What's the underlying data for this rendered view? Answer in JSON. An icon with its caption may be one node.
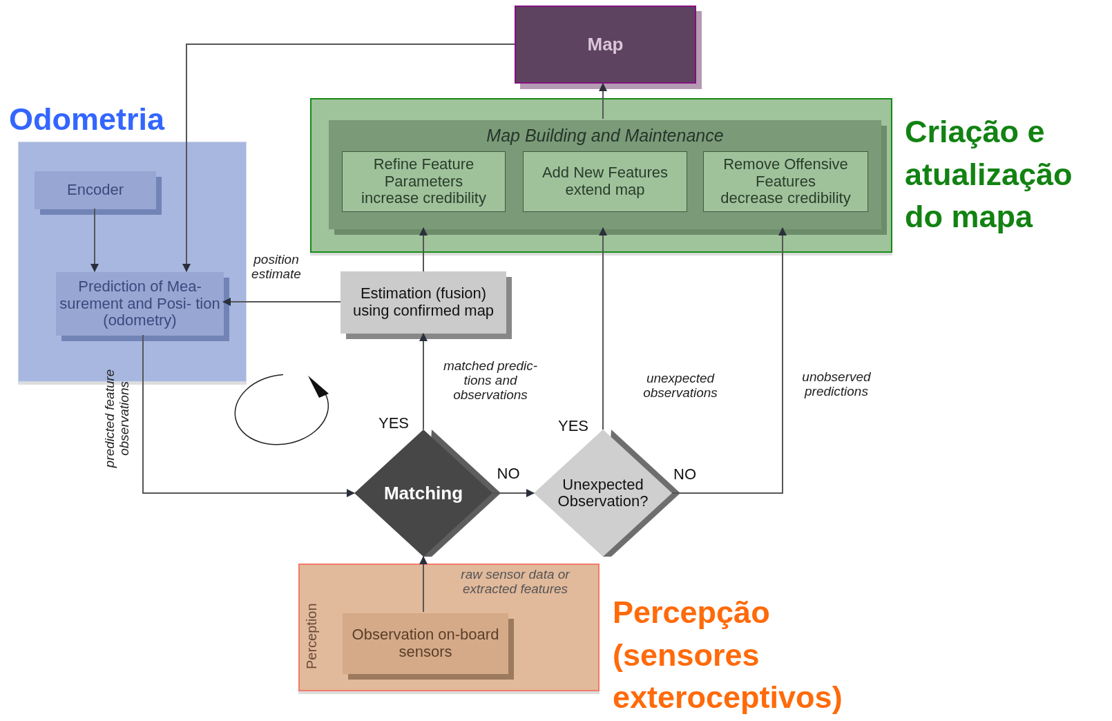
{
  "diagram": {
    "nodes": [
      {
        "text": [
          "Map"
        ]
      },
      {
        "text": [
          "Odometria"
        ]
      },
      {
        "text": [
          "Encoder"
        ],
        "in": 1
      },
      {
        "text": [
          "Prediction of Mea- surement and Posi- tion (odometry)"
        ],
        "in": 1
      },
      {
        "text": [
          "Criação e atualização do mapa"
        ]
      },
      {
        "text": [
          "Map Building and Maintenance"
        ],
        "in": 4
      },
      {
        "text": [
          "Refine Feature Parameters",
          "increase credibility"
        ],
        "in": 5
      },
      {
        "text": [
          "Add New Features",
          "extend map"
        ],
        "in": 5
      },
      {
        "text": [
          "Remove Offensive Features",
          "decrease credibility"
        ],
        "in": 5
      },
      {
        "text": [
          "Estimation (fusion) using confirmed map"
        ]
      },
      {
        "text": [
          "Matching"
        ]
      },
      {
        "text": [
          "Unexpected Observation?"
        ]
      },
      {
        "text": [
          "Perception",
          "Percepção (sensores exteroceptivos)"
        ]
      },
      {
        "text": [
          "Observation on-board sensors"
        ],
        "in": 12
      }
    ],
    "edges": [
      {
        "from": 0,
        "to": 3,
        "arrow": "to"
      },
      {
        "from": 2,
        "to": 3,
        "arrow": "to"
      },
      {
        "from": 9,
        "to": 3,
        "arrow": "to",
        "label": "position estimate"
      },
      {
        "from": 9,
        "to": 5,
        "arrow": "to"
      },
      {
        "from": 10,
        "to": 9,
        "arrow": "to",
        "label": "matched predic- tions and observations"
      },
      {
        "from": 11,
        "to": 5,
        "arrow": "to",
        "label": "unexpected observations"
      },
      {
        "from": 11,
        "to": 5,
        "arrow": "to",
        "label": "unobserved predictions"
      },
      {
        "from": 10,
        "to": 11,
        "arrow": "to",
        "label": "NO"
      },
      {
        "from": 3,
        "to": 10,
        "arrow": "to",
        "label": "predicted feature observations"
      },
      {
        "from": 5,
        "to": 0,
        "arrow": "to"
      },
      {
        "from": 13,
        "to": 10,
        "arrow": "to",
        "label": "raw sensor data or extracted features"
      }
    ],
    "labels": [
      "YES",
      "YES",
      "NO"
    ]
  }
}
